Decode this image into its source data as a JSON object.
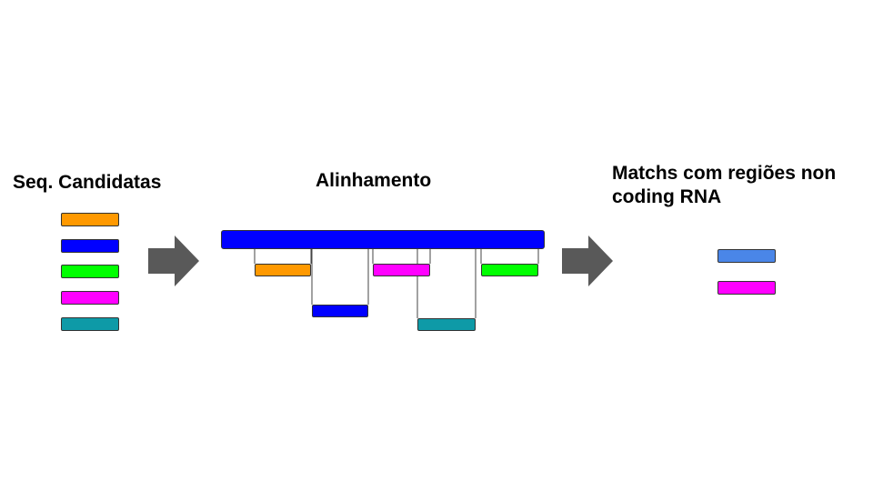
{
  "labels": {
    "candidates": "Seq. Candidatas",
    "alignment": "Alinhamento",
    "matches": "Matchs com regiões non coding RNA"
  },
  "colors": {
    "orange": "#ff9900",
    "blue": "#0000ff",
    "green": "#00ff00",
    "magenta": "#ff00ff",
    "teal": "#0e9aa7",
    "light_blue": "#4a86e8",
    "arrow_gray": "#595959",
    "reference": "#0000ff"
  },
  "candidates": [
    "orange",
    "blue",
    "green",
    "magenta",
    "teal"
  ],
  "aligned": [
    "orange",
    "blue",
    "magenta",
    "teal",
    "green"
  ],
  "matches": [
    "light_blue",
    "magenta"
  ]
}
